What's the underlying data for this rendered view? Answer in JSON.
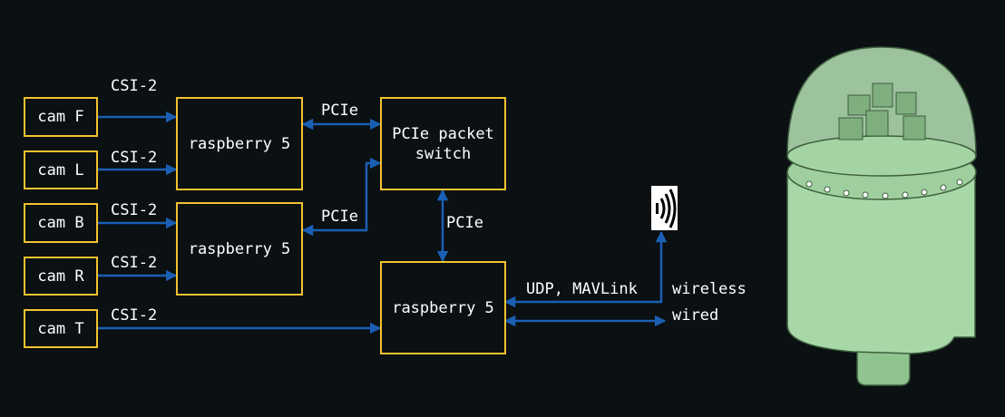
{
  "colors": {
    "background": "#0b1013",
    "box_border": "#f2c230",
    "connector": "#1a5fb4",
    "text": "#ffffff",
    "dome": "#a8d8a8"
  },
  "cameras": {
    "f": "cam F",
    "l": "cam L",
    "b": "cam B",
    "r": "cam R",
    "t": "cam T"
  },
  "nodes": {
    "pi_top": "raspberry 5",
    "pi_middle": "raspberry 5",
    "pci_switch": "PCIe packet\nswitch",
    "pi_main": "raspberry 5"
  },
  "links": {
    "csi_f": "CSI-2",
    "csi_l": "CSI-2",
    "csi_b": "CSI-2",
    "csi_r": "CSI-2",
    "csi_t": "CSI-2",
    "pcie_top": "PCIe",
    "pcie_middle": "PCIe",
    "pcie_vertical": "PCIe",
    "udp": "UDP, MAVLink",
    "wireless": "wireless",
    "wired": "wired"
  },
  "icons": {
    "wireless": "wireless-signal-icon",
    "device": "camera-dome-render"
  }
}
